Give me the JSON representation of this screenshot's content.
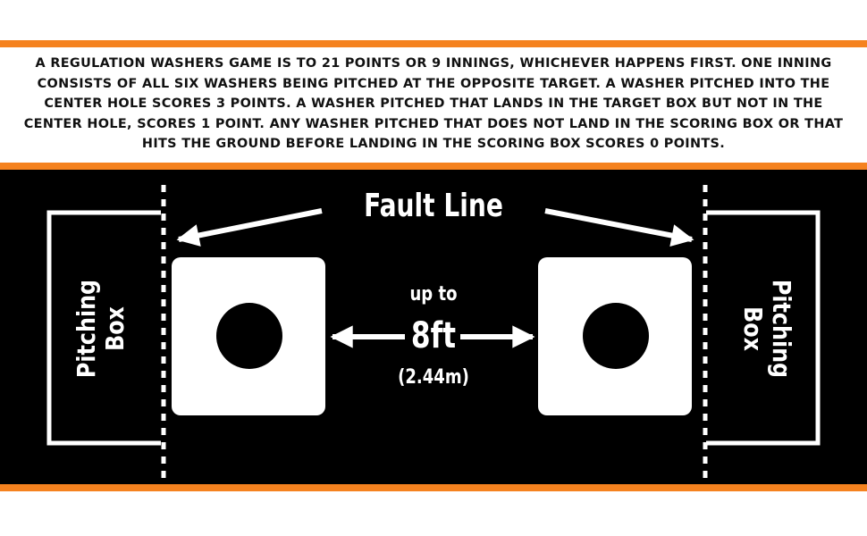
{
  "rules_text": "A REGULATION WASHERS GAME IS TO 21 POINTS OR 9 INNINGS, WHICHEVER HAPPENS FIRST. ONE INNING CONSISTS OF ALL SIX WASHERS BEING PITCHED AT THE OPPOSITE TARGET. A WASHER PITCHED INTO THE CENTER HOLE SCORES 3 POINTS. A WASHER PITCHED THAT LANDS IN THE TARGET BOX BUT NOT IN THE CENTER HOLE, SCORES 1 POINT. ANY WASHER PITCHED THAT DOES NOT LAND IN THE SCORING BOX OR THAT HITS THE GROUND BEFORE LANDING IN THE SCORING BOX SCORES 0 POINTS.",
  "diagram": {
    "fault_line_label": "Fault Line",
    "distance": {
      "prefix": "up to",
      "value": "8ft",
      "metric": "(2.44m)"
    },
    "pitching_box_left": {
      "line1": "Pitching",
      "line2": "Box"
    },
    "pitching_box_right": {
      "line1": "Pitching",
      "line2": "Box"
    }
  },
  "colors": {
    "accent": "#f5821f",
    "field": "#000000",
    "marks": "#ffffff",
    "text": "#111111"
  }
}
